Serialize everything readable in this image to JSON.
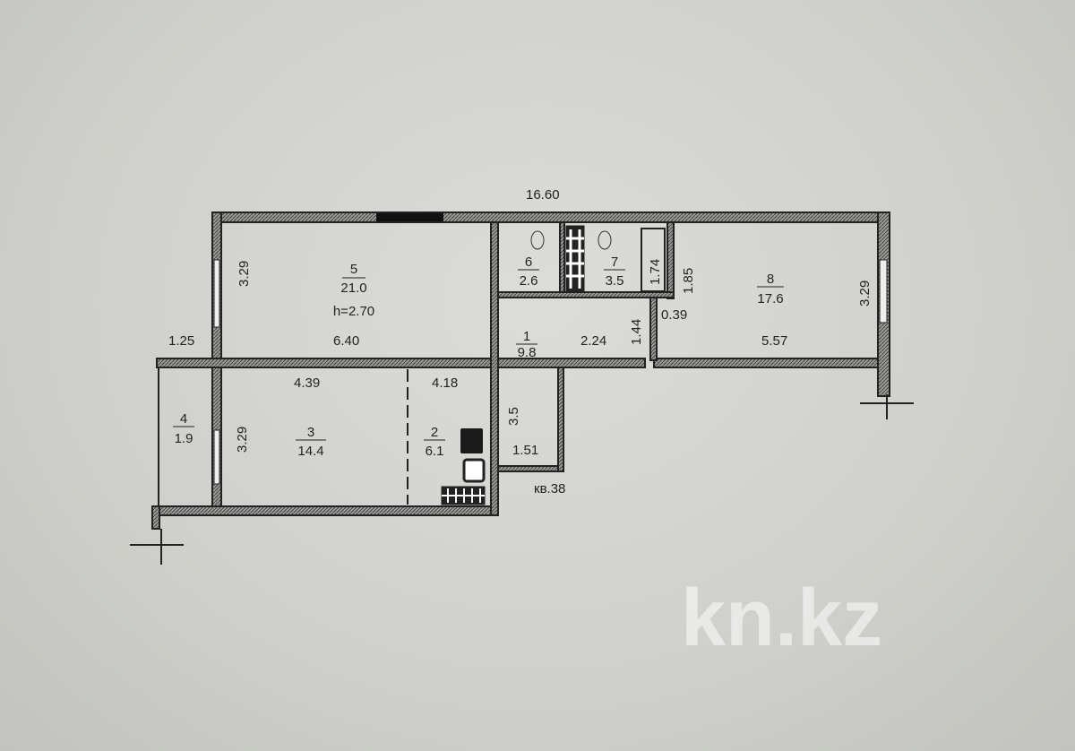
{
  "overall_width": "16.60",
  "ceiling_height": "h=2.70",
  "apartment_label": "кв.38",
  "watermark": "kn.kz",
  "rooms": [
    {
      "no": "1",
      "area": "9.8"
    },
    {
      "no": "2",
      "area": "6.1"
    },
    {
      "no": "3",
      "area": "14.4"
    },
    {
      "no": "4",
      "area": "1.9"
    },
    {
      "no": "5",
      "area": "21.0"
    },
    {
      "no": "6",
      "area": "2.6"
    },
    {
      "no": "7",
      "area": "3.5"
    },
    {
      "no": "8",
      "area": "17.6"
    }
  ],
  "dimensions": {
    "room5_depth": "3.29",
    "room5_width": "6.40",
    "balcony_width": "1.25",
    "room3_width": "4.39",
    "room3_depth": "3.29",
    "kitchen_width": "4.18",
    "vestibule_depth": "3.5",
    "vestibule_width": "1.51",
    "corridor_width": "2.24",
    "corridor_depth": "1.44",
    "bath_length": "1.74",
    "room8_niche_depth": "1.85",
    "room8_offset": "0.39",
    "room8_width": "5.57",
    "room8_depth": "3.29"
  }
}
